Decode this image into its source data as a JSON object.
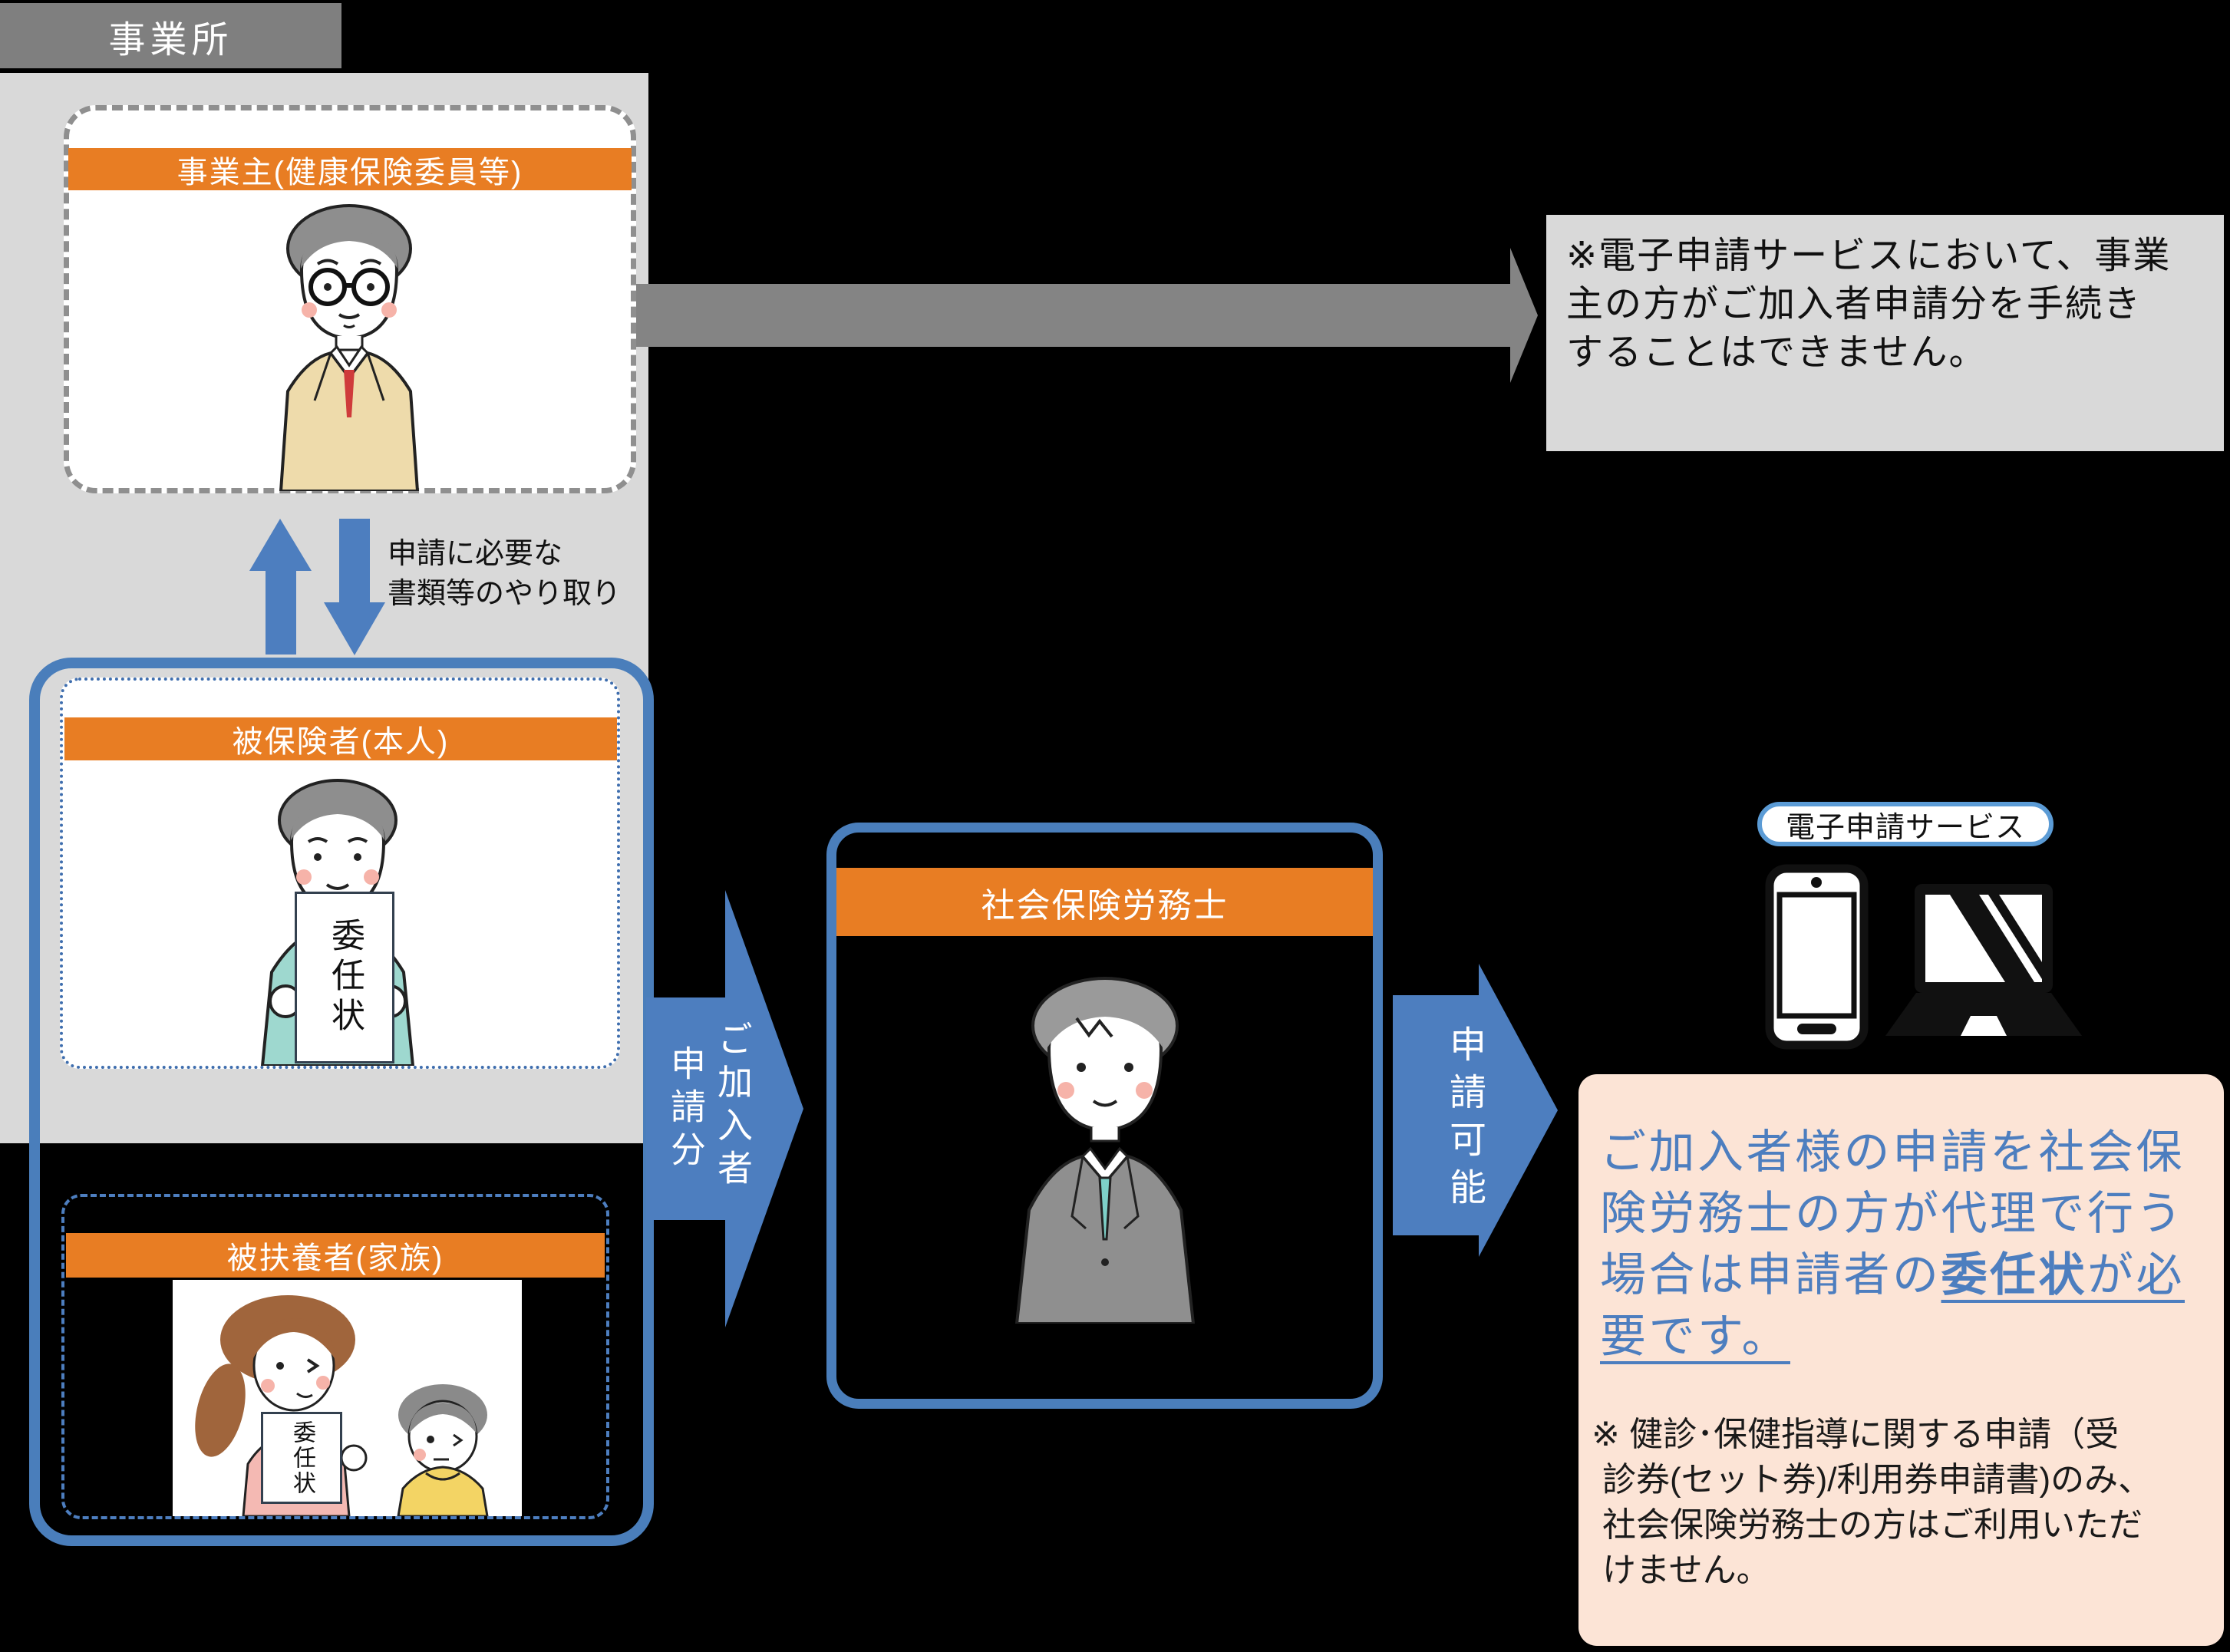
{
  "colors": {
    "orange_header": "#e87d23",
    "blue_accent": "#4d7ebf",
    "blue_border": "#4a7ebb",
    "gray_title": "#7f7f7f",
    "gray_panel": "#d9d9d9",
    "gray_arrow": "#848484",
    "pink_panel": "#fce4d6",
    "pill_border": "#5b9bd5"
  },
  "office": {
    "title": "事業所"
  },
  "employer": {
    "header": "事業主(健康保険委員等)"
  },
  "exchange": {
    "label": "申請に必要な\n書類等のやり取り"
  },
  "insured": {
    "header": "被保険者(本人)",
    "sign": "委任状"
  },
  "dependent": {
    "header": "被扶養者(家族)",
    "sign": "委任状"
  },
  "sharoushi": {
    "header": "社会保険労務士"
  },
  "member_arrow": {
    "line1": "ご加入者",
    "line2": "申請分"
  },
  "apply_arrow": {
    "label": "申請可能"
  },
  "eservice": {
    "label": "電子申請サービス"
  },
  "employer_note": {
    "text": "※電子申請サービスにおいて、事業\n主の方がご加入者申請分を手続き\nすることはできません。"
  },
  "proxy_note": {
    "before": "ご加入者様の申請を社会保\n険労務士の方が代理で行う\n場合は申請者の",
    "emphasis": "委任状",
    "after": "が必要です。",
    "sub": "※ 健診･保健指導に関する申請（受\n診券(セット券)/利用券申請書)のみ、\n社会保険労務士の方はご利用いただ\nけません。"
  }
}
